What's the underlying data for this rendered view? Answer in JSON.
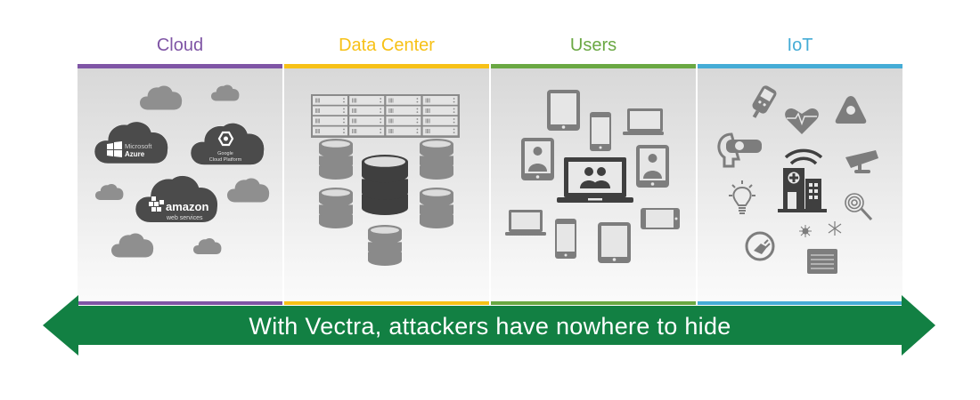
{
  "columns": [
    {
      "title": "Cloud",
      "color": "#7f55a5"
    },
    {
      "title": "Data Center",
      "color": "#f7c117"
    },
    {
      "title": "Users",
      "color": "#6aa843"
    },
    {
      "title": "IoT",
      "color": "#45acd6"
    }
  ],
  "cloud": {
    "azure": {
      "line1": "Microsoft",
      "line2": "Azure"
    },
    "google": {
      "line1": "Google",
      "line2": "Cloud Platform"
    },
    "aws": {
      "line1": "amazon",
      "line2": "web services"
    }
  },
  "banner": {
    "text": "With Vectra, attackers have nowhere to hide",
    "color": "#128043"
  },
  "icons": {
    "cloud": [
      "cloud-icon",
      "azure-cloud-icon",
      "google-cloud-icon",
      "aws-cloud-icon"
    ],
    "datacenter": [
      "server-rack-icon",
      "database-icon"
    ],
    "users": [
      "tablet-icon",
      "phone-icon",
      "laptop-icon",
      "user-tablet-icon",
      "video-call-laptop-icon"
    ],
    "iot": [
      "glucose-meter-icon",
      "heart-monitor-icon",
      "smart-speaker-icon",
      "vr-headset-icon",
      "hospital-wifi-icon",
      "security-camera-icon",
      "light-bulb-icon",
      "fingerprint-search-icon",
      "smart-plug-icon",
      "hvac-unit-icon"
    ]
  }
}
